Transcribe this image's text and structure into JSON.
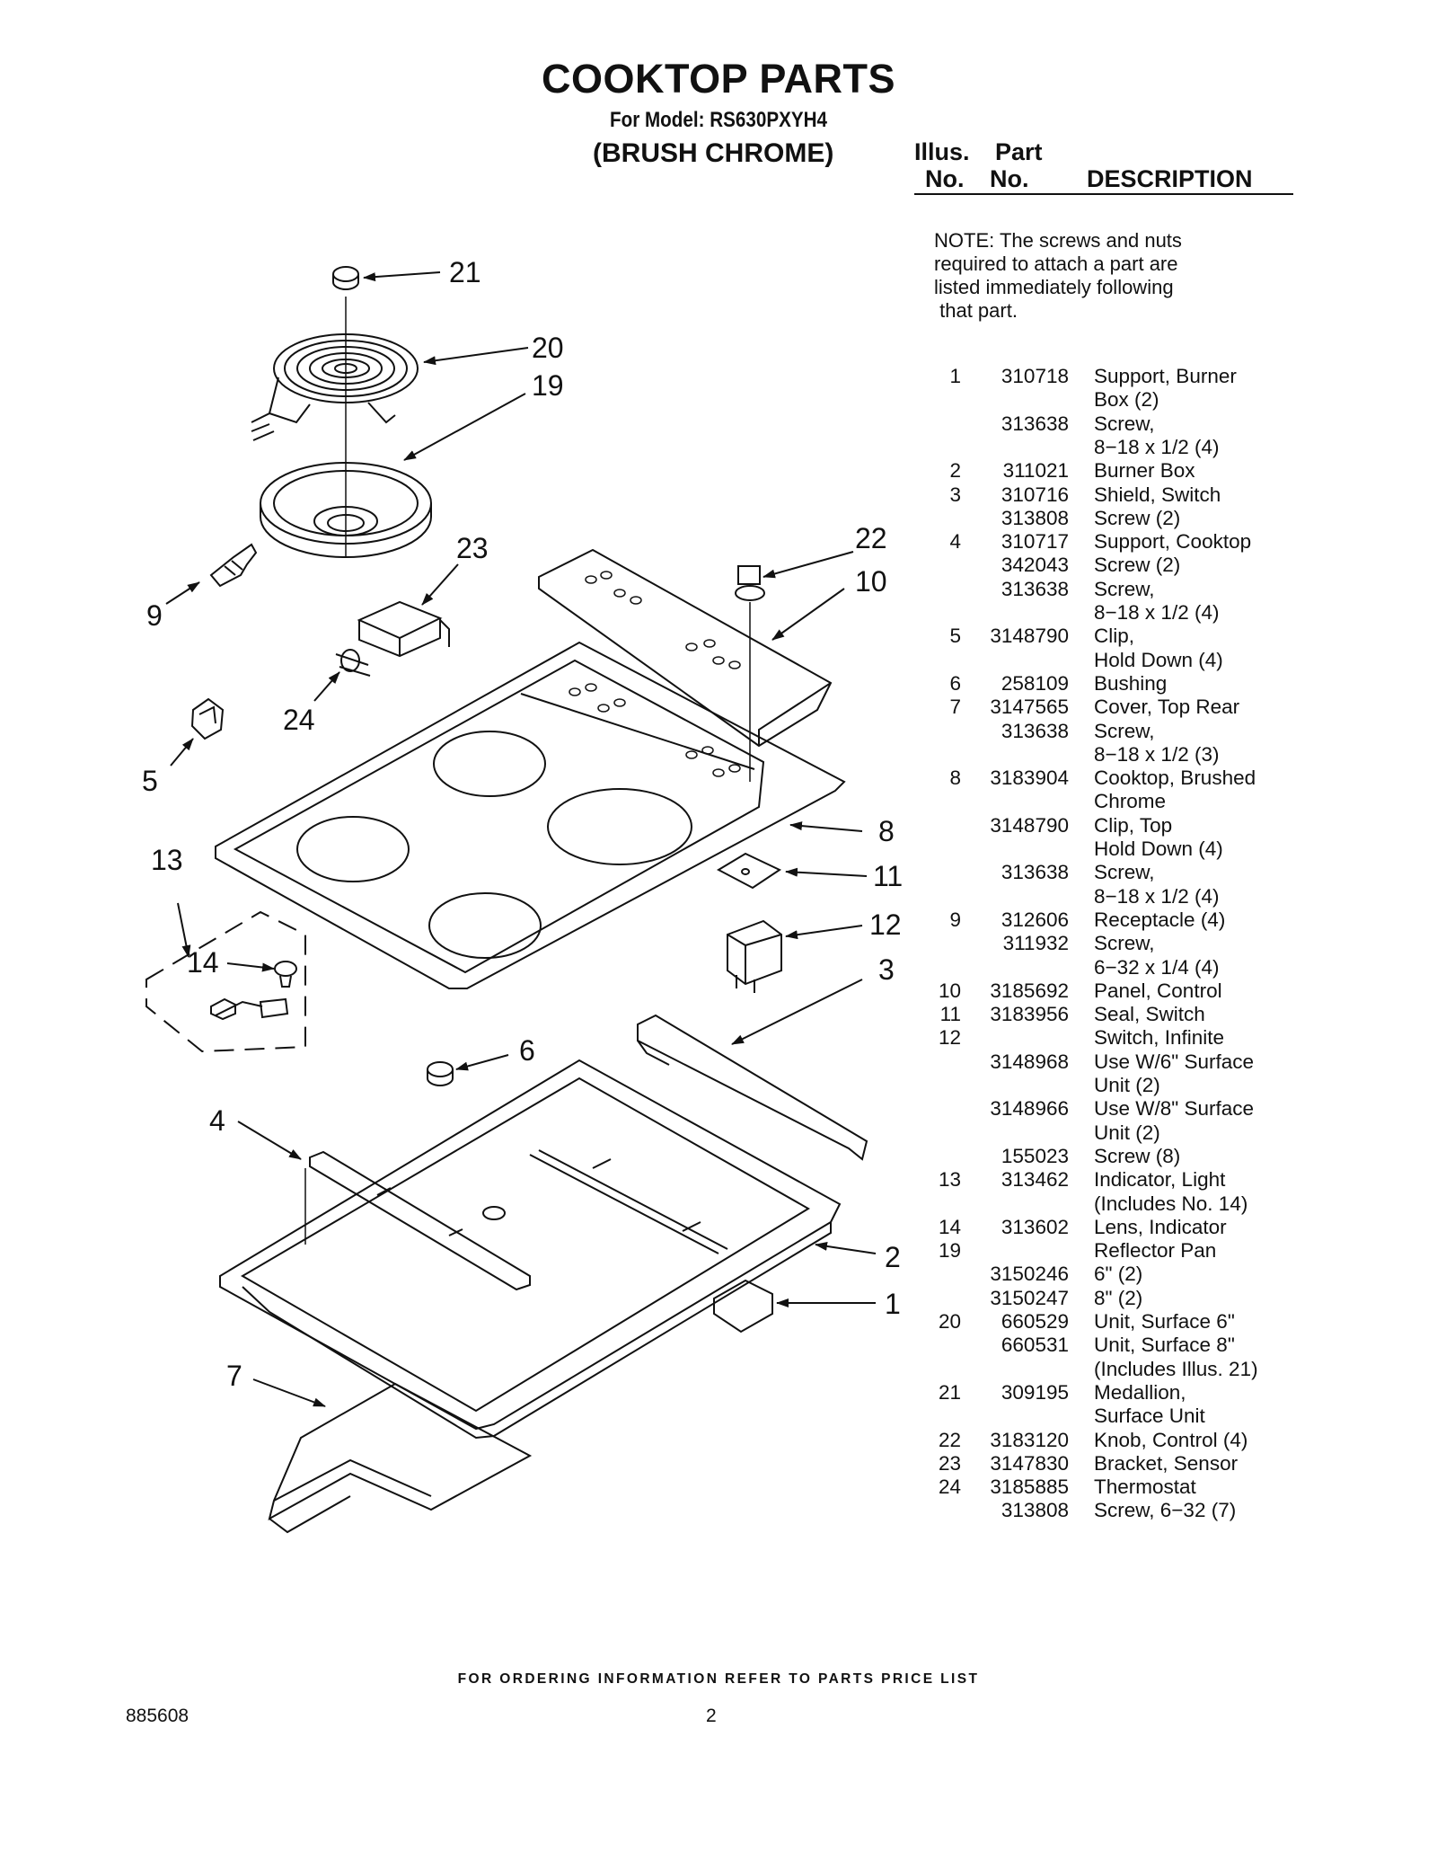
{
  "title": "COOKTOP PARTS",
  "model": "For Model: RS630PXYH4",
  "finish": "(BRUSH CHROME)",
  "headers": {
    "illus_top": "Illus.",
    "illus_bottom": "No.",
    "part_top": "Part",
    "part_bottom": "No.",
    "description": "DESCRIPTION"
  },
  "note": [
    "NOTE: The screws and nuts",
    "required to attach a part are",
    "listed immediately following",
    " that part."
  ],
  "parts": [
    {
      "illus": "1",
      "part": "310718",
      "desc": "Support, Burner"
    },
    {
      "illus": "",
      "part": "",
      "desc": "Box (2)"
    },
    {
      "illus": "",
      "part": "313638",
      "desc": "Screw,"
    },
    {
      "illus": "",
      "part": "",
      "desc": "8−18 x 1/2 (4)"
    },
    {
      "illus": "2",
      "part": "311021",
      "desc": "Burner Box"
    },
    {
      "illus": "3",
      "part": "310716",
      "desc": "Shield, Switch"
    },
    {
      "illus": "",
      "part": "313808",
      "desc": "Screw (2)"
    },
    {
      "illus": "4",
      "part": "310717",
      "desc": "Support, Cooktop"
    },
    {
      "illus": "",
      "part": "342043",
      "desc": "Screw (2)"
    },
    {
      "illus": "",
      "part": "313638",
      "desc": "Screw,"
    },
    {
      "illus": "",
      "part": "",
      "desc": "8−18 x 1/2 (4)"
    },
    {
      "illus": "5",
      "part": "3148790",
      "desc": "Clip,"
    },
    {
      "illus": "",
      "part": "",
      "desc": "Hold Down (4)"
    },
    {
      "illus": "6",
      "part": "258109",
      "desc": "Bushing"
    },
    {
      "illus": "7",
      "part": "3147565",
      "desc": "Cover, Top Rear"
    },
    {
      "illus": "",
      "part": "313638",
      "desc": "Screw,"
    },
    {
      "illus": "",
      "part": "",
      "desc": "8−18 x 1/2 (3)"
    },
    {
      "illus": "8",
      "part": "3183904",
      "desc": "Cooktop, Brushed"
    },
    {
      "illus": "",
      "part": "",
      "desc": "Chrome"
    },
    {
      "illus": "",
      "part": "3148790",
      "desc": "Clip, Top"
    },
    {
      "illus": "",
      "part": "",
      "desc": "Hold Down (4)"
    },
    {
      "illus": "",
      "part": "313638",
      "desc": "Screw,"
    },
    {
      "illus": "",
      "part": "",
      "desc": "8−18 x 1/2 (4)"
    },
    {
      "illus": "9",
      "part": "312606",
      "desc": "Receptacle (4)"
    },
    {
      "illus": "",
      "part": "311932",
      "desc": "Screw,"
    },
    {
      "illus": "",
      "part": "",
      "desc": "6−32 x 1/4 (4)"
    },
    {
      "illus": "10",
      "part": "3185692",
      "desc": "Panel, Control"
    },
    {
      "illus": "11",
      "part": "3183956",
      "desc": "Seal, Switch"
    },
    {
      "illus": "12",
      "part": "",
      "desc": "Switch, Infinite"
    },
    {
      "illus": "",
      "part": "3148968",
      "desc": "Use W/6\" Surface"
    },
    {
      "illus": "",
      "part": "",
      "desc": "Unit (2)"
    },
    {
      "illus": "",
      "part": "3148966",
      "desc": "Use W/8\" Surface"
    },
    {
      "illus": "",
      "part": "",
      "desc": "Unit (2)"
    },
    {
      "illus": "",
      "part": "155023",
      "desc": "Screw (8)"
    },
    {
      "illus": "13",
      "part": "313462",
      "desc": "Indicator, Light"
    },
    {
      "illus": "",
      "part": "",
      "desc": "(Includes No. 14)"
    },
    {
      "illus": "14",
      "part": "313602",
      "desc": "Lens, Indicator"
    },
    {
      "illus": "19",
      "part": "",
      "desc": "Reflector Pan"
    },
    {
      "illus": "",
      "part": "3150246",
      "desc": "6\" (2)"
    },
    {
      "illus": "",
      "part": "3150247",
      "desc": "8\" (2)"
    },
    {
      "illus": "20",
      "part": "660529",
      "desc": "Unit, Surface 6\""
    },
    {
      "illus": "",
      "part": "660531",
      "desc": "Unit, Surface 8\""
    },
    {
      "illus": "",
      "part": "",
      "desc": "(Includes Illus. 21)"
    },
    {
      "illus": "21",
      "part": "309195",
      "desc": "Medallion,"
    },
    {
      "illus": "",
      "part": "",
      "desc": "Surface Unit"
    },
    {
      "illus": "22",
      "part": "3183120",
      "desc": "Knob, Control (4)"
    },
    {
      "illus": "23",
      "part": "3147830",
      "desc": "Bracket, Sensor"
    },
    {
      "illus": "24",
      "part": "3185885",
      "desc": "Thermostat"
    },
    {
      "illus": "",
      "part": "313808",
      "desc": "Screw, 6−32 (7)"
    }
  ],
  "callouts": [
    "21",
    "20",
    "19",
    "23",
    "22",
    "10",
    "9",
    "24",
    "5",
    "8",
    "13",
    "11",
    "12",
    "14",
    "3",
    "6",
    "4",
    "2",
    "1",
    "7"
  ],
  "footer_note": "FOR ORDERING INFORMATION REFER TO PARTS PRICE LIST",
  "doc_number": "885608",
  "page_number": "2"
}
